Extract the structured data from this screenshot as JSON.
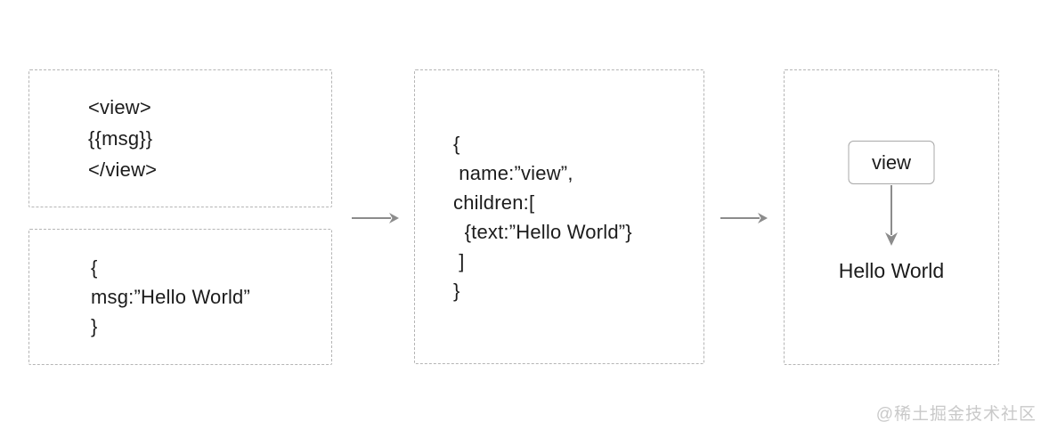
{
  "diagram": {
    "template_box": {
      "lines": [
        "<view>",
        "{{msg}}",
        "</view>"
      ]
    },
    "data_box": {
      "lines": [
        "{",
        "msg:”Hello World”",
        "}"
      ]
    },
    "vdom_box": {
      "lines": [
        "{",
        " name:”view”,",
        "children:[",
        "  {text:”Hello World”}",
        " ]",
        "}"
      ]
    },
    "render_box": {
      "node_label": "view",
      "text_node": "Hello World"
    },
    "icons": {
      "arrow_right": "arrow-right",
      "arrow_down": "arrow-down"
    },
    "colors": {
      "box_border": "#b5b5b5",
      "text": "#1c1c1c",
      "arrow": "#8c8c8c",
      "chip_border": "#a8a8a8",
      "watermark": "#c9c9c9"
    },
    "watermark": "@稀土掘金技术社区"
  }
}
